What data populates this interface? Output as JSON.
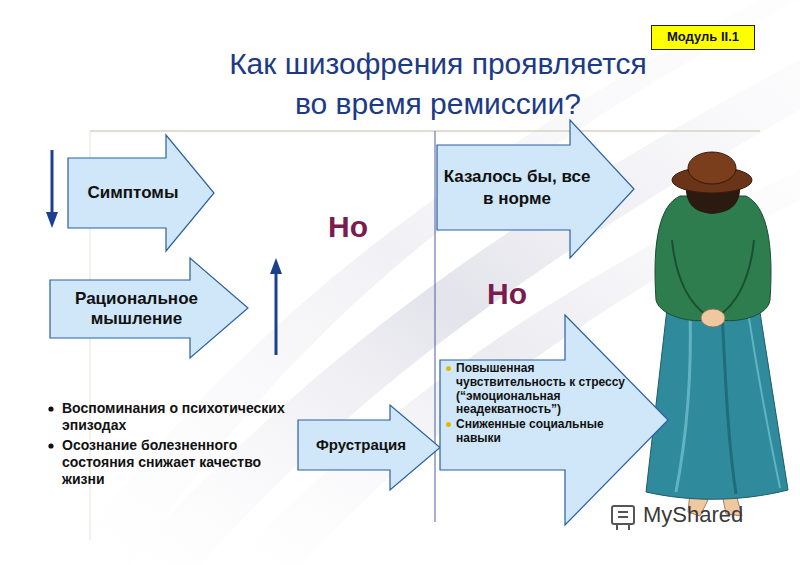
{
  "diagram": {
    "title": "Как шизофрения проявляется во время ремиссии?",
    "nodes": [
      {
        "text": [
          "Модуль II.1"
        ]
      },
      {
        "text": [
          "Симптомы"
        ]
      },
      {
        "text": [
          "Казалось бы, все в норме"
        ]
      },
      {
        "text": [
          "Рациональное мышление"
        ]
      },
      {
        "text": [
          "Фрустрация"
        ]
      },
      {
        "text": [
          "Повышенная чувствительность к стрессу (“эмоциональная неадекватность”)",
          "Сниженные социальные навыки"
        ]
      }
    ],
    "labels": [
      "Но",
      "Но",
      "Воспоминания о психотических эпизодах",
      "Осознание болезненного состояния снижает качество жизни",
      "MyShared"
    ]
  }
}
